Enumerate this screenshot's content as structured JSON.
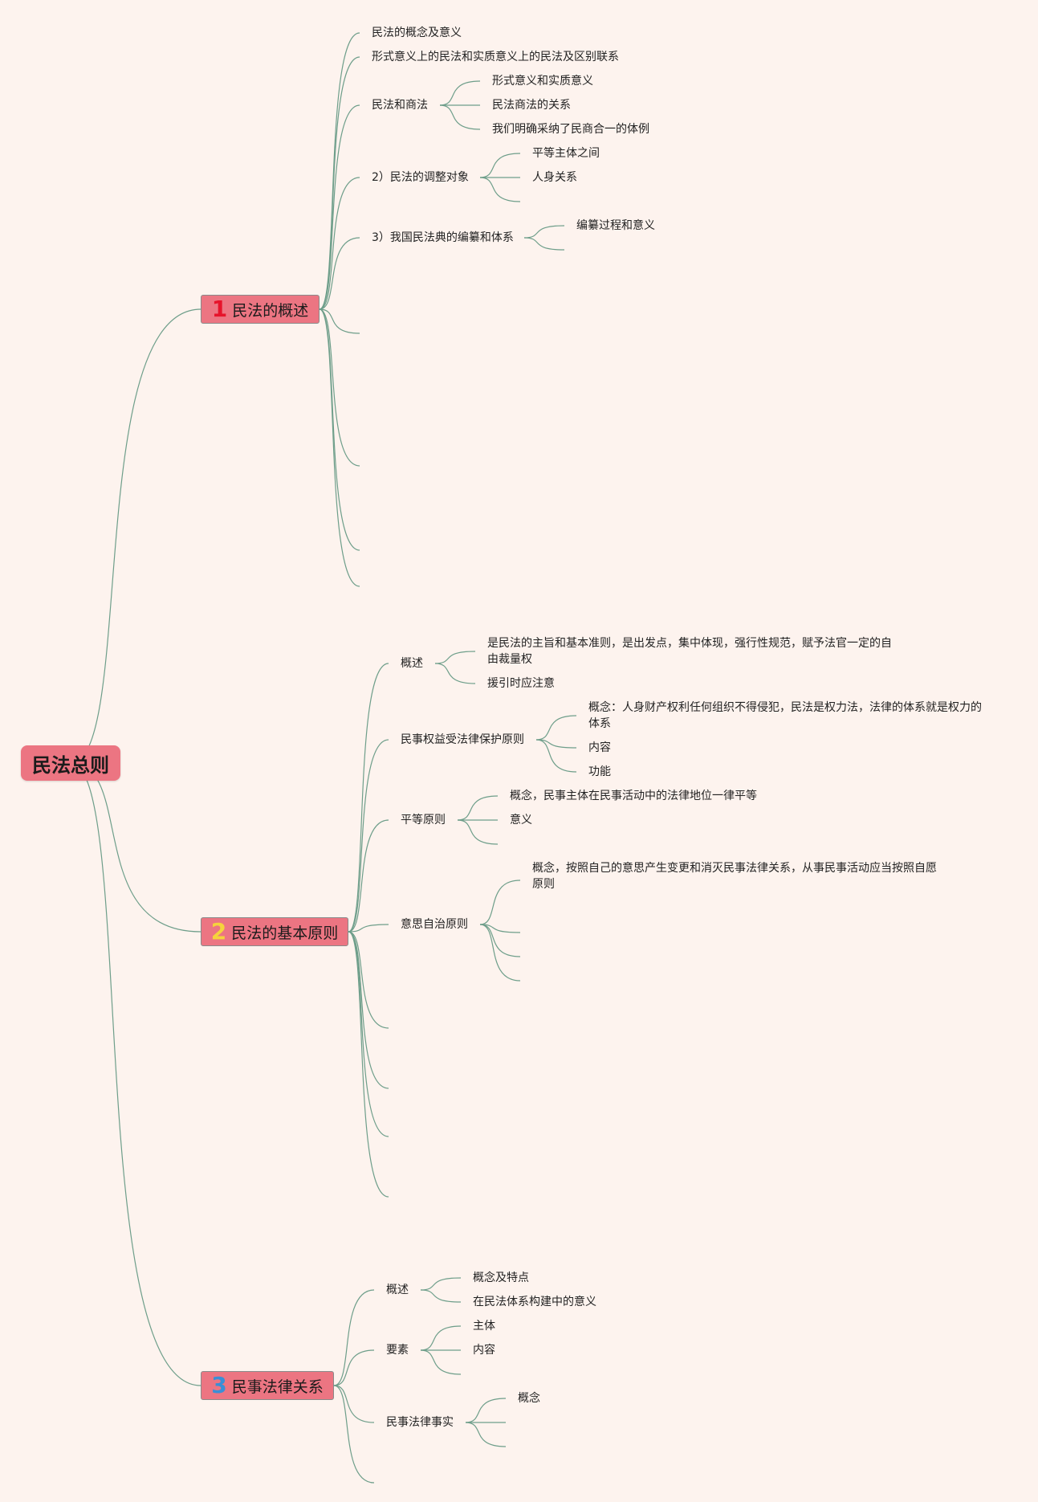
{
  "root": "民法总则",
  "branches": [
    {
      "num": "1",
      "num_color": "#e6142b",
      "label": "民法的概述",
      "children": [
        {
          "label": "民法的概念及意义"
        },
        {
          "label": "形式意义上的民法和实质意义上的民法及区别联系"
        },
        {
          "label": "民法和商法",
          "children": [
            "形式意义和实质意义",
            "民法商法的关系",
            "我们明确采纳了民商合一的体例"
          ]
        },
        {
          "label": "2）民法的调整对象",
          "children": [
            "平等主体之间",
            "人身关系"
          ]
        },
        {
          "label": "3）我国民法典的编纂和体系",
          "children": [
            "编纂过程和意义"
          ]
        }
      ]
    },
    {
      "num": "2",
      "num_color": "#f5d33c",
      "label": "民法的基本原则",
      "children": [
        {
          "label": "概述",
          "children": [
            "是民法的主旨和基本准则，是出发点，集中体现，强行性规范，赋予法官一定的自由裁量权",
            "援引时应注意"
          ]
        },
        {
          "label": "民事权益受法律保护原则",
          "children": [
            "概念：人身财产权利任何组织不得侵犯，民法是权力法，法律的体系就是权力的体系",
            "内容",
            "功能"
          ]
        },
        {
          "label": "平等原则",
          "children": [
            "概念，民事主体在民事活动中的法律地位一律平等",
            "意义"
          ]
        },
        {
          "label": "意思自治原则",
          "children": [
            "概念，按照自己的意思产生变更和消灭民事法律关系，从事民事活动应当按照自愿原则"
          ]
        }
      ]
    },
    {
      "num": "3",
      "num_color": "#3a8fd6",
      "label": "民事法律关系",
      "children": [
        {
          "label": "概述",
          "children": [
            "概念及特点",
            "在民法体系构建中的意义"
          ]
        },
        {
          "label": "要素",
          "children": [
            "主体",
            "内容"
          ]
        },
        {
          "label": "民事法律事实",
          "children": [
            "概念"
          ]
        }
      ]
    }
  ],
  "colors": {
    "background": "#fdf3ee",
    "node_fill": "#ec7582",
    "link": "#6e9e8a"
  }
}
